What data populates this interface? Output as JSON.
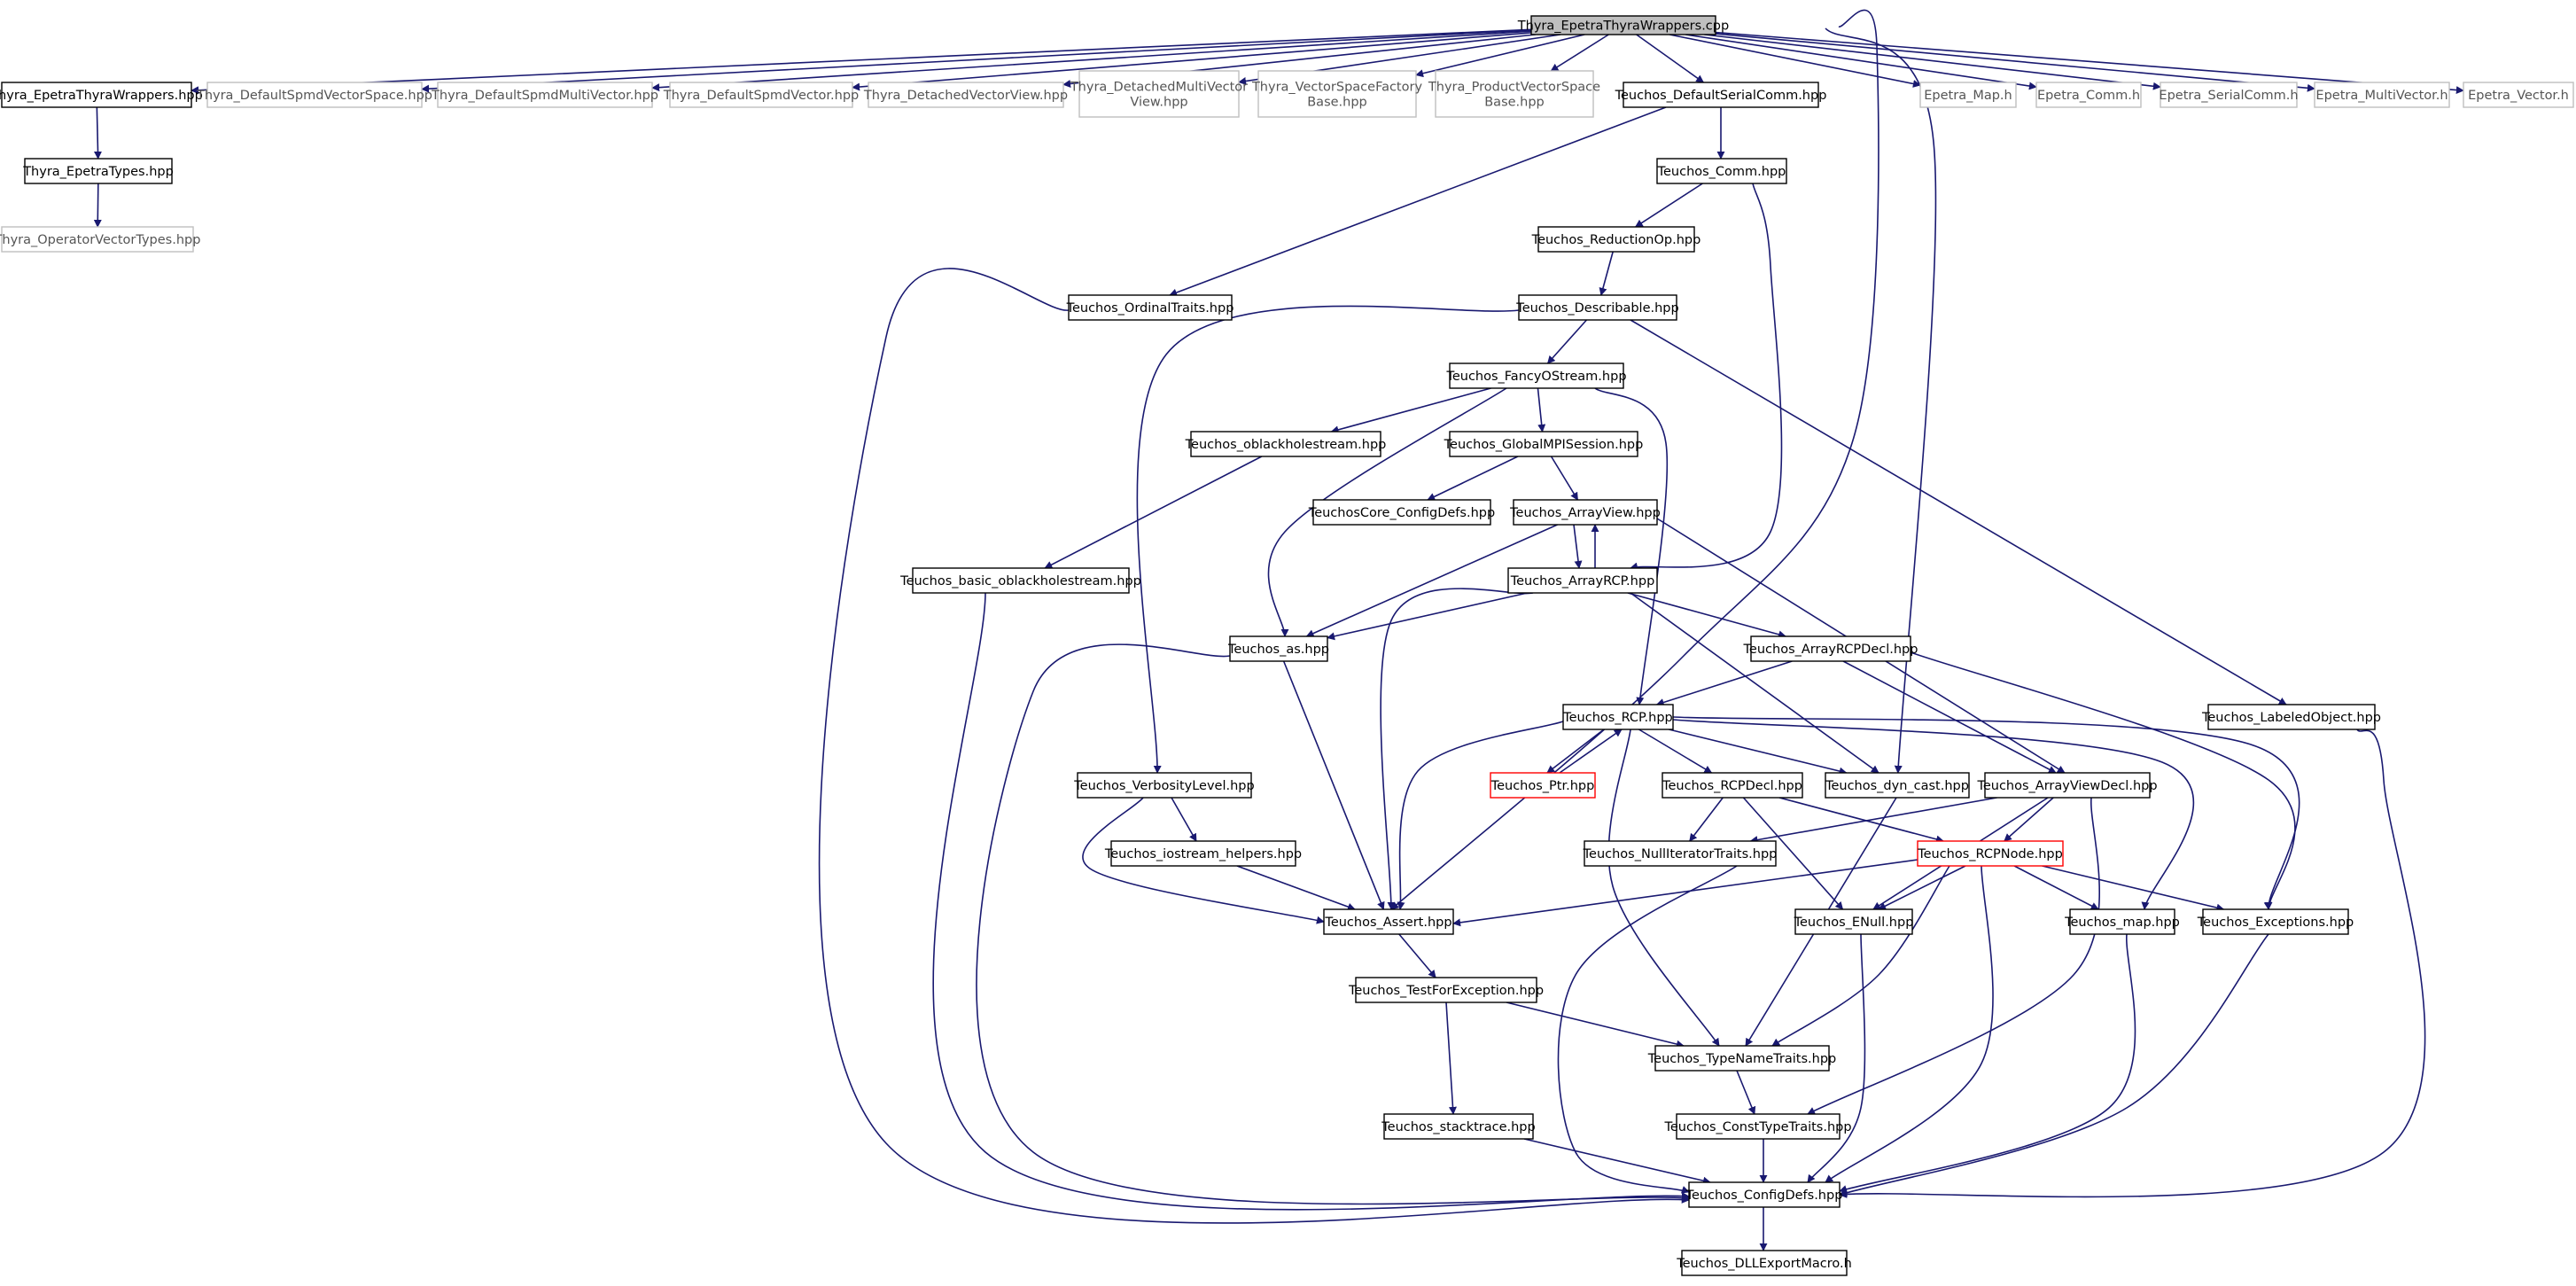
{
  "diagram": {
    "colors": {
      "edge": "#191970",
      "box_normal": "#000000",
      "box_external": "#bfbfbf",
      "box_truncated": "#ff0000",
      "box_root_fill": "#bfbfbf",
      "text_normal": "#000000",
      "text_external": "#555555"
    },
    "nodes": [
      {
        "id": "root",
        "lines": [
          "Thyra_EpetraThyraWrappers.cpp"
        ],
        "style": "root"
      },
      {
        "id": "n_etw",
        "lines": [
          "Thyra_EpetraThyraWrappers.hpp"
        ],
        "style": "normal"
      },
      {
        "id": "n_dsvs",
        "lines": [
          "Thyra_DefaultSpmdVectorSpace.hpp"
        ],
        "style": "external"
      },
      {
        "id": "n_dsmv",
        "lines": [
          "Thyra_DefaultSpmdMultiVector.hpp"
        ],
        "style": "external"
      },
      {
        "id": "n_dsv",
        "lines": [
          "Thyra_DefaultSpmdVector.hpp"
        ],
        "style": "external"
      },
      {
        "id": "n_dvv",
        "lines": [
          "Thyra_DetachedVectorView.hpp"
        ],
        "style": "external"
      },
      {
        "id": "n_dmvv",
        "lines": [
          "Thyra_DetachedMultiVector",
          "View.hpp"
        ],
        "style": "external"
      },
      {
        "id": "n_vsfb",
        "lines": [
          "Thyra_VectorSpaceFactory",
          "Base.hpp"
        ],
        "style": "external"
      },
      {
        "id": "n_pvsb",
        "lines": [
          "Thyra_ProductVectorSpace",
          "Base.hpp"
        ],
        "style": "external"
      },
      {
        "id": "n_dsc",
        "lines": [
          "Teuchos_DefaultSerialComm.hpp"
        ],
        "style": "normal"
      },
      {
        "id": "n_emap",
        "lines": [
          "Epetra_Map.h"
        ],
        "style": "external"
      },
      {
        "id": "n_ecomm",
        "lines": [
          "Epetra_Comm.h"
        ],
        "style": "external"
      },
      {
        "id": "n_escomm",
        "lines": [
          "Epetra_SerialComm.h"
        ],
        "style": "external"
      },
      {
        "id": "n_emv",
        "lines": [
          "Epetra_MultiVector.h"
        ],
        "style": "external"
      },
      {
        "id": "n_evec",
        "lines": [
          "Epetra_Vector.h"
        ],
        "style": "external"
      },
      {
        "id": "n_et",
        "lines": [
          "Thyra_EpetraTypes.hpp"
        ],
        "style": "normal"
      },
      {
        "id": "n_ovt",
        "lines": [
          "Thyra_OperatorVectorTypes.hpp"
        ],
        "style": "external"
      },
      {
        "id": "n_comm",
        "lines": [
          "Teuchos_Comm.hpp"
        ],
        "style": "normal"
      },
      {
        "id": "n_rop",
        "lines": [
          "Teuchos_ReductionOp.hpp"
        ],
        "style": "normal"
      },
      {
        "id": "n_ot",
        "lines": [
          "Teuchos_OrdinalTraits.hpp"
        ],
        "style": "normal"
      },
      {
        "id": "n_desc",
        "lines": [
          "Teuchos_Describable.hpp"
        ],
        "style": "normal"
      },
      {
        "id": "n_fos",
        "lines": [
          "Teuchos_FancyOStream.hpp"
        ],
        "style": "normal"
      },
      {
        "id": "n_obh",
        "lines": [
          "Teuchos_oblackholestream.hpp"
        ],
        "style": "normal"
      },
      {
        "id": "n_gmpi",
        "lines": [
          "Teuchos_GlobalMPISession.hpp"
        ],
        "style": "normal"
      },
      {
        "id": "n_tccd",
        "lines": [
          "TeuchosCore_ConfigDefs.hpp"
        ],
        "style": "normal"
      },
      {
        "id": "n_av",
        "lines": [
          "Teuchos_ArrayView.hpp"
        ],
        "style": "normal"
      },
      {
        "id": "n_bobh",
        "lines": [
          "Teuchos_basic_oblackholestream.hpp"
        ],
        "style": "normal"
      },
      {
        "id": "n_arcp",
        "lines": [
          "Teuchos_ArrayRCP.hpp"
        ],
        "style": "normal"
      },
      {
        "id": "n_as",
        "lines": [
          "Teuchos_as.hpp"
        ],
        "style": "normal"
      },
      {
        "id": "n_arcpd",
        "lines": [
          "Teuchos_ArrayRCPDecl.hpp"
        ],
        "style": "normal"
      },
      {
        "id": "n_rcp",
        "lines": [
          "Teuchos_RCP.hpp"
        ],
        "style": "normal"
      },
      {
        "id": "n_lo",
        "lines": [
          "Teuchos_LabeledObject.hpp"
        ],
        "style": "normal"
      },
      {
        "id": "n_vl",
        "lines": [
          "Teuchos_VerbosityLevel.hpp"
        ],
        "style": "normal"
      },
      {
        "id": "n_ptr",
        "lines": [
          "Teuchos_Ptr.hpp"
        ],
        "style": "truncated"
      },
      {
        "id": "n_rcpd",
        "lines": [
          "Teuchos_RCPDecl.hpp"
        ],
        "style": "normal"
      },
      {
        "id": "n_dc",
        "lines": [
          "Teuchos_dyn_cast.hpp"
        ],
        "style": "normal"
      },
      {
        "id": "n_avd",
        "lines": [
          "Teuchos_ArrayViewDecl.hpp"
        ],
        "style": "normal"
      },
      {
        "id": "n_ioh",
        "lines": [
          "Teuchos_iostream_helpers.hpp"
        ],
        "style": "normal"
      },
      {
        "id": "n_nit",
        "lines": [
          "Teuchos_NullIteratorTraits.hpp"
        ],
        "style": "normal"
      },
      {
        "id": "n_rcpn",
        "lines": [
          "Teuchos_RCPNode.hpp"
        ],
        "style": "truncated"
      },
      {
        "id": "n_assert",
        "lines": [
          "Teuchos_Assert.hpp"
        ],
        "style": "normal"
      },
      {
        "id": "n_enull",
        "lines": [
          "Teuchos_ENull.hpp"
        ],
        "style": "normal"
      },
      {
        "id": "n_map",
        "lines": [
          "Teuchos_map.hpp"
        ],
        "style": "normal"
      },
      {
        "id": "n_exc",
        "lines": [
          "Teuchos_Exceptions.hpp"
        ],
        "style": "normal"
      },
      {
        "id": "n_tfe",
        "lines": [
          "Teuchos_TestForException.hpp"
        ],
        "style": "normal"
      },
      {
        "id": "n_tnt",
        "lines": [
          "Teuchos_TypeNameTraits.hpp"
        ],
        "style": "normal"
      },
      {
        "id": "n_st",
        "lines": [
          "Teuchos_stacktrace.hpp"
        ],
        "style": "normal"
      },
      {
        "id": "n_ctt",
        "lines": [
          "Teuchos_ConstTypeTraits.hpp"
        ],
        "style": "normal"
      },
      {
        "id": "n_cd",
        "lines": [
          "Teuchos_ConfigDefs.hpp"
        ],
        "style": "normal"
      },
      {
        "id": "n_dll",
        "lines": [
          "Teuchos_DLLExportMacro.h"
        ],
        "style": "normal"
      }
    ],
    "edges": [
      [
        "root",
        "n_etw"
      ],
      [
        "root",
        "n_dsvs"
      ],
      [
        "root",
        "n_dsmv"
      ],
      [
        "root",
        "n_dsv"
      ],
      [
        "root",
        "n_dvv"
      ],
      [
        "root",
        "n_dmvv"
      ],
      [
        "root",
        "n_vsfb"
      ],
      [
        "root",
        "n_pvsb"
      ],
      [
        "root",
        "n_dsc"
      ],
      [
        "root",
        "n_assert"
      ],
      [
        "root",
        "n_dc"
      ],
      [
        "root",
        "n_emap"
      ],
      [
        "root",
        "n_ecomm"
      ],
      [
        "root",
        "n_escomm"
      ],
      [
        "root",
        "n_emv"
      ],
      [
        "root",
        "n_evec"
      ],
      [
        "n_etw",
        "n_et"
      ],
      [
        "n_et",
        "n_ovt"
      ],
      [
        "n_dsc",
        "n_comm"
      ],
      [
        "n_dsc",
        "n_ot"
      ],
      [
        "n_comm",
        "n_rop"
      ],
      [
        "n_comm",
        "n_arcp"
      ],
      [
        "n_rop",
        "n_desc"
      ],
      [
        "n_ot",
        "n_cd"
      ],
      [
        "n_desc",
        "n_fos"
      ],
      [
        "n_desc",
        "n_vl"
      ],
      [
        "n_desc",
        "n_lo"
      ],
      [
        "n_fos",
        "n_obh"
      ],
      [
        "n_fos",
        "n_gmpi"
      ],
      [
        "n_fos",
        "n_as"
      ],
      [
        "n_fos",
        "n_rcp"
      ],
      [
        "n_obh",
        "n_bobh"
      ],
      [
        "n_gmpi",
        "n_tccd"
      ],
      [
        "n_gmpi",
        "n_av"
      ],
      [
        "n_av",
        "n_arcp"
      ],
      [
        "n_av",
        "n_as"
      ],
      [
        "n_av",
        "n_avd"
      ],
      [
        "n_arcp",
        "n_av"
      ],
      [
        "n_arcp",
        "n_as"
      ],
      [
        "n_arcp",
        "n_assert"
      ],
      [
        "n_arcp",
        "n_arcpd"
      ],
      [
        "n_arcp",
        "n_dc"
      ],
      [
        "n_bobh",
        "n_cd"
      ],
      [
        "n_as",
        "n_assert"
      ],
      [
        "n_as",
        "n_cd"
      ],
      [
        "n_arcpd",
        "n_rcp"
      ],
      [
        "n_arcpd",
        "n_avd"
      ],
      [
        "n_arcpd",
        "n_exc"
      ],
      [
        "n_rcp",
        "n_ptr"
      ],
      [
        "n_rcp",
        "n_rcpd"
      ],
      [
        "n_rcp",
        "n_dc"
      ],
      [
        "n_rcp",
        "n_assert"
      ],
      [
        "n_rcp",
        "n_exc"
      ],
      [
        "n_rcp",
        "n_map"
      ],
      [
        "n_rcp",
        "n_tnt"
      ],
      [
        "n_ptr",
        "n_rcp"
      ],
      [
        "n_lo",
        "n_cd"
      ],
      [
        "n_vl",
        "n_ioh"
      ],
      [
        "n_vl",
        "n_assert"
      ],
      [
        "n_rcpd",
        "n_nit"
      ],
      [
        "n_rcpd",
        "n_enull"
      ],
      [
        "n_rcpd",
        "n_rcpn"
      ],
      [
        "n_dc",
        "n_tnt"
      ],
      [
        "n_avd",
        "n_rcpn"
      ],
      [
        "n_avd",
        "n_enull"
      ],
      [
        "n_avd",
        "n_nit"
      ],
      [
        "n_avd",
        "n_ctt"
      ],
      [
        "n_ioh",
        "n_assert"
      ],
      [
        "n_nit",
        "n_cd"
      ],
      [
        "n_rcpn",
        "n_assert"
      ],
      [
        "n_rcpn",
        "n_enull"
      ],
      [
        "n_rcpn",
        "n_map"
      ],
      [
        "n_rcpn",
        "n_exc"
      ],
      [
        "n_rcpn",
        "n_tnt"
      ],
      [
        "n_rcpn",
        "n_cd"
      ],
      [
        "n_assert",
        "n_tfe"
      ],
      [
        "n_enull",
        "n_cd"
      ],
      [
        "n_map",
        "n_cd"
      ],
      [
        "n_exc",
        "n_cd"
      ],
      [
        "n_tfe",
        "n_tnt"
      ],
      [
        "n_tfe",
        "n_st"
      ],
      [
        "n_tnt",
        "n_ctt"
      ],
      [
        "n_st",
        "n_cd"
      ],
      [
        "n_ctt",
        "n_cd"
      ],
      [
        "n_cd",
        "n_dll"
      ]
    ]
  }
}
